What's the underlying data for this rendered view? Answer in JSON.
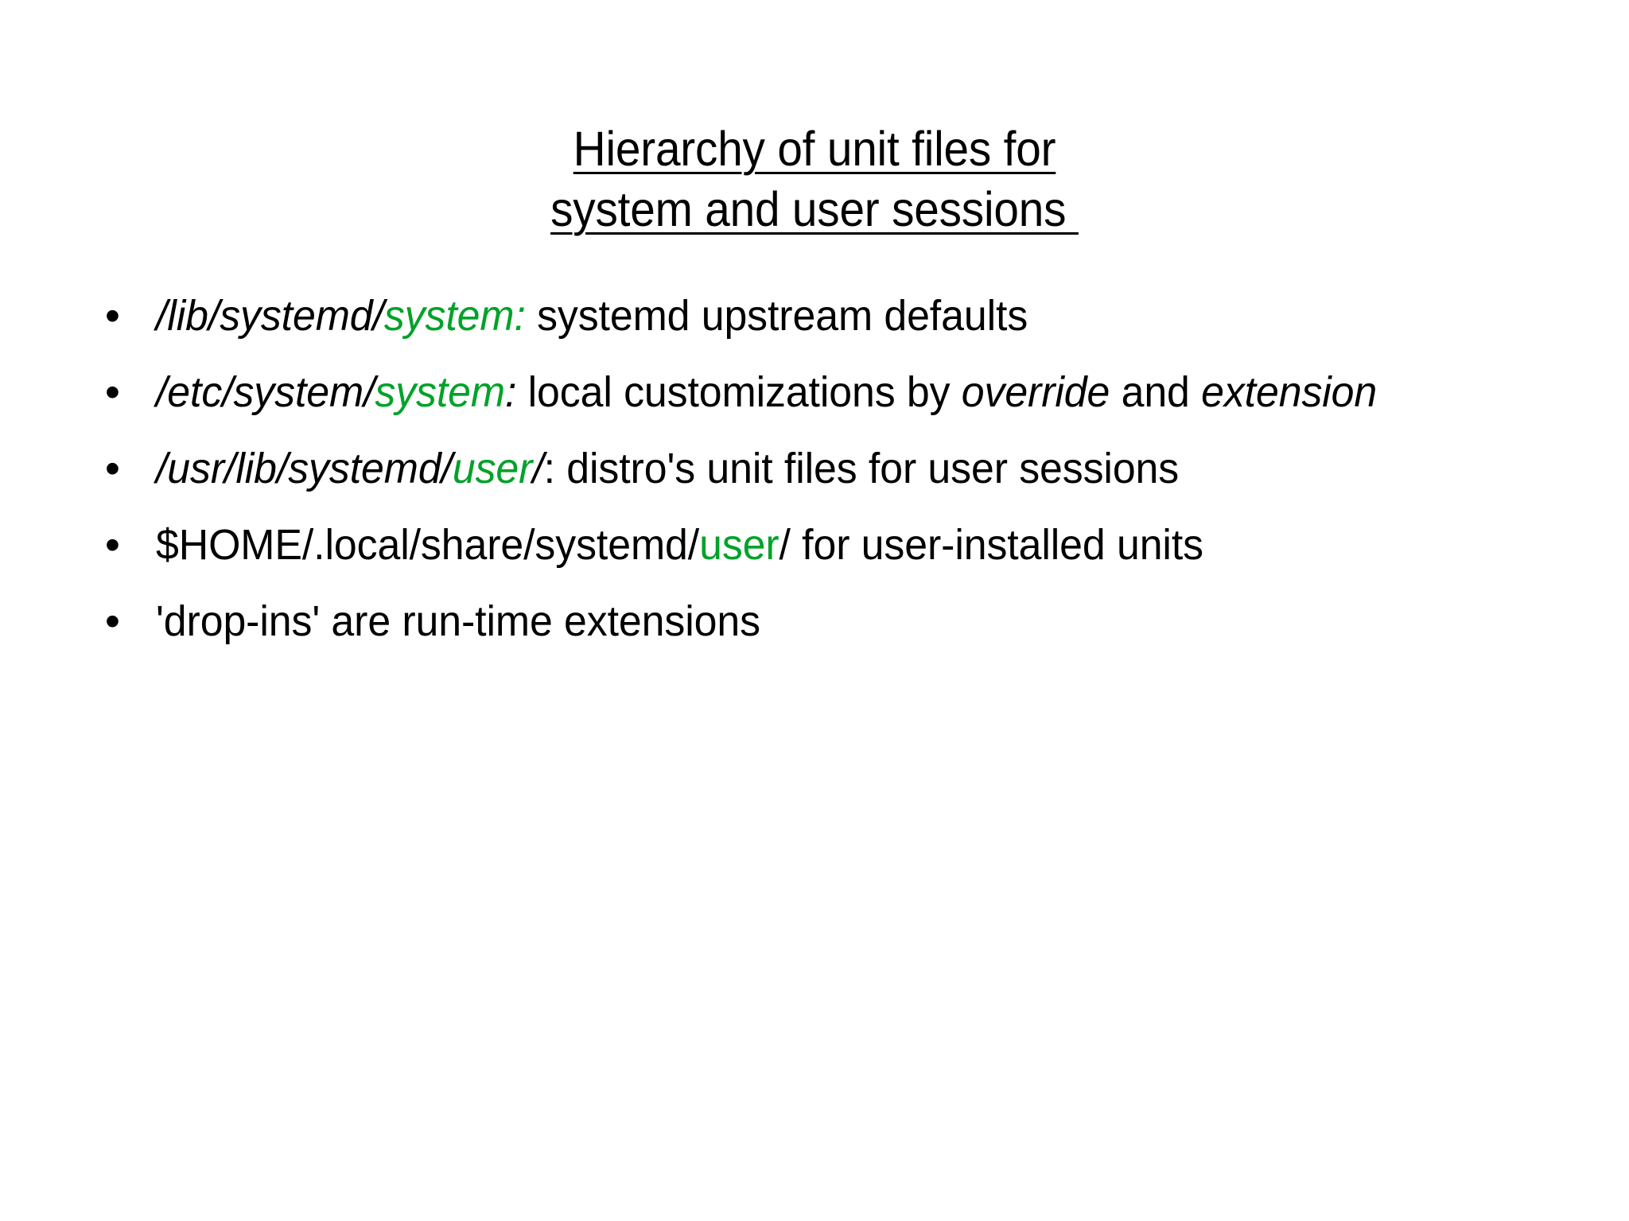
{
  "slide": {
    "background_color": "#ffffff",
    "text_color": "#000000",
    "accent_color": "#00A229",
    "title": {
      "line1": "Hierarchy of unit files for",
      "line2": "system and user sessions ",
      "underlined": true
    },
    "bullet_marker": "•",
    "bullets": [
      {
        "id": "lib-systemd-system",
        "plain_text": "/lib/systemd/system: systemd upstream defaults",
        "segments": [
          {
            "text": "/lib/systemd/",
            "style": "italic",
            "color": "#000000"
          },
          {
            "text": "system:",
            "style": "italic",
            "color": "#00A229"
          },
          {
            "text": " systemd upstream defaults",
            "style": "normal",
            "color": "#000000"
          }
        ]
      },
      {
        "id": "etc-system-system",
        "plain_text": "/etc/system/system: local customizations by override and extension",
        "segments": [
          {
            "text": "/etc/system/",
            "style": "italic",
            "color": "#000000"
          },
          {
            "text": "system",
            "style": "italic",
            "color": "#00A229"
          },
          {
            "text": ":",
            "style": "italic",
            "color": "#000000"
          },
          {
            "text": " local customizations by ",
            "style": "normal",
            "color": "#000000"
          },
          {
            "text": "override",
            "style": "italic",
            "color": "#000000"
          },
          {
            "text": " and ",
            "style": "normal",
            "color": "#000000"
          },
          {
            "text": "extension",
            "style": "italic",
            "color": "#000000"
          }
        ]
      },
      {
        "id": "usr-lib-systemd-user",
        "plain_text": "/usr/lib/systemd/user/: distro's unit files for user sessions",
        "segments": [
          {
            "text": "/usr/lib/systemd/",
            "style": "italic",
            "color": "#000000"
          },
          {
            "text": "user",
            "style": "italic",
            "color": "#00A229"
          },
          {
            "text": "/",
            "style": "italic",
            "color": "#000000"
          },
          {
            "text": ": distro's unit files for user sessions",
            "style": "normal",
            "color": "#000000"
          }
        ]
      },
      {
        "id": "home-local-share-systemd-user",
        "plain_text": "$HOME/.local/share/systemd/user/ for user-installed units",
        "segments": [
          {
            "text": "$HOME/.local/share/systemd/",
            "style": "normal",
            "color": "#000000"
          },
          {
            "text": "user",
            "style": "normal",
            "color": "#00A229"
          },
          {
            "text": "/ for user-installed units",
            "style": "normal",
            "color": "#000000"
          }
        ]
      },
      {
        "id": "drop-ins",
        "plain_text": "'drop-ins' are run-time extensions",
        "segments": [
          {
            "text": "'drop-ins' are run-time extensions",
            "style": "normal",
            "color": "#000000"
          }
        ]
      }
    ]
  }
}
